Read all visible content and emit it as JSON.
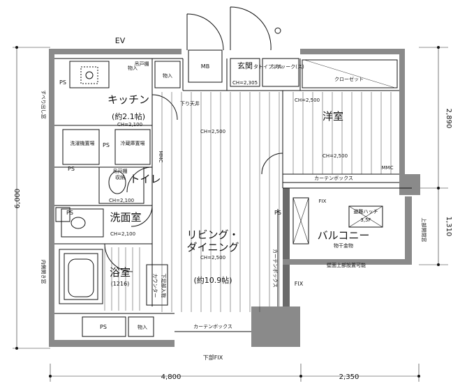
{
  "top": {
    "ev": "EV",
    "mb": "MB",
    "entrance": "玄関",
    "entrance_ch": "CH=2,305",
    "tall_cabinet": "タトイプブル",
    "shoe_box": "シボッーク(ス)",
    "closet": "クローゼット",
    "storage_top": "物入"
  },
  "kitchen": {
    "name": "キッチン",
    "size": "(約2.1帖)",
    "ch": "CH=2,100",
    "overhead": "吊戸棚",
    "lowered_ceiling": "下り天井",
    "storage": "物入"
  },
  "laundry": {
    "label": "洗濯機置場"
  },
  "fridge": {
    "label": "冷蔵庫置場"
  },
  "toilet": {
    "name": "トイレ",
    "cabinet": "吊戸棚",
    "shelf": "収納",
    "ch": "CH=2,100"
  },
  "washroom": {
    "name": "洗面室",
    "ch": "CH=2,100"
  },
  "bath": {
    "name": "浴室",
    "size": "(1216)"
  },
  "living": {
    "name_line1": "リビング・",
    "name_line2": "ダイニング",
    "ch_upper": "CH=2,500",
    "ch_lower": "CH=2,500",
    "size": "(約10.9帖)",
    "counter": "カウンター",
    "storage": "下足部入物"
  },
  "western": {
    "name": "洋室",
    "ch_upper": "CH=2,500",
    "ch_lower": "CH=2,500"
  },
  "balcony": {
    "name": "バルコニー",
    "dryer": "物干金物",
    "evac_hatch_line1": "避難ハッチ",
    "evac_hatch_line2": "3,5F",
    "install_note": "壁面上部設置可能",
    "fix": "FIX"
  },
  "curtain_boxes": {
    "top": "カーテンボックス",
    "vertical": "カーテンボックス",
    "bottom": "カーテンボックス"
  },
  "misc": {
    "ps": "PS",
    "mmc": "MMC",
    "fix": "FIX",
    "lower_fix": "下部FIX",
    "storage_bottom": "物入",
    "pipe_space_side": "すべり出し窓",
    "inner_window": "内側開き窓",
    "sliding_small": "上部開閉窓"
  },
  "dimensions": {
    "left_total": "6,000",
    "right_upper": "2,890",
    "right_lower": "1,310",
    "bottom_left": "4,800",
    "bottom_right": "2,350"
  },
  "colors": {
    "wall": "#8a8a8a",
    "line": "#111111"
  }
}
